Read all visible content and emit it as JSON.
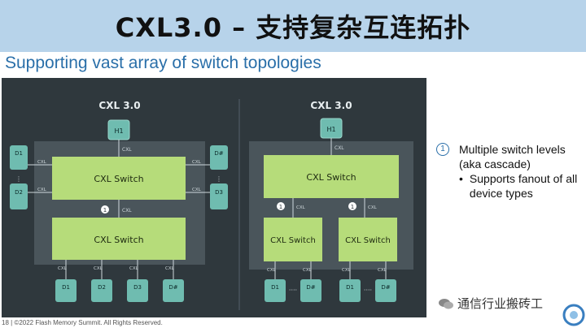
{
  "slide": {
    "title": "CXL3.0 – 支持复杂互连拓扑",
    "subtitle": "Supporting vast array of switch topologies"
  },
  "left_diagram": {
    "heading": "CXL 3.0",
    "host": "H1",
    "switch_top": "CXL Switch",
    "switch_bottom": "CXL Switch",
    "link_label": "CXL",
    "marker": "1",
    "side_left": [
      "D1",
      "D2"
    ],
    "side_right": [
      "D#",
      "D3"
    ],
    "bottom_devices": [
      "D1",
      "D2",
      "D3",
      "D#"
    ]
  },
  "right_diagram": {
    "heading": "CXL 3.0",
    "host": "H1",
    "switch_top": "CXL Switch",
    "switch_left": "CXL Switch",
    "switch_right": "CXL Switch",
    "link_label": "CXL",
    "marker": "1",
    "bottom_devices": [
      "D1",
      "D#",
      "D1",
      "D#"
    ],
    "ellipsis": "····"
  },
  "notes": {
    "marker": "1",
    "line1": "Multiple switch levels (aka cascade)",
    "bullet": "•",
    "line2": "Supports fanout of all device types"
  },
  "footer": "18 | ©2022 Flash Memory Summit. All Rights Reserved.",
  "watermark": "通信行业搬砖工",
  "colors": {
    "title_bar": "#b7d3ea",
    "panel": "#2f383d",
    "switch_fill": "#b6dc7a",
    "device_fill": "#6fbcb0",
    "accent": "#2a6fa9"
  }
}
